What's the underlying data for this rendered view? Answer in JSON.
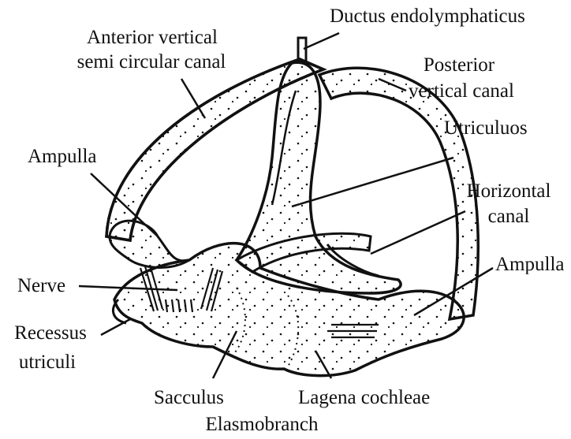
{
  "labels": {
    "ductus_endolymphaticus": "Ductus endolymphaticus",
    "anterior_canal_line1": "Anterior vertical",
    "anterior_canal_line2": "semi circular canal",
    "posterior_canal_line1": "Posterior",
    "posterior_canal_line2": "vertical canal",
    "utriculus": "Utriculuos",
    "horizontal_canal_line1": "Horizontal",
    "horizontal_canal_line2": "canal",
    "ampulla_left": "Ampulla",
    "ampulla_right": "Ampulla",
    "nerve": "Nerve",
    "recessus_line1": "Recessus",
    "recessus_line2": "utriculi",
    "sacculus": "Sacculus",
    "lagena": "Lagena cochleae",
    "caption": "Elasmobranch"
  },
  "colors": {
    "ink": "#111111",
    "fill": "#ffffff"
  }
}
